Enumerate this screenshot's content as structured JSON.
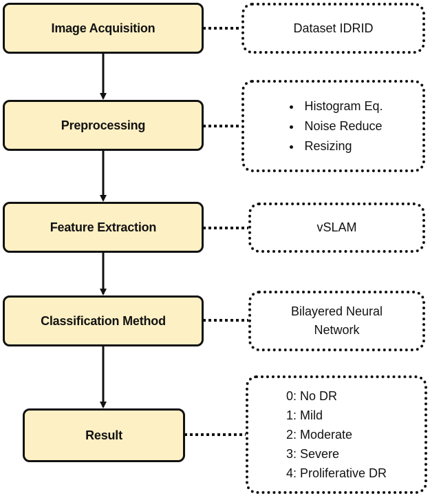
{
  "steps": [
    {
      "id": "image-acquisition",
      "label": "Image Acquisition"
    },
    {
      "id": "preprocessing",
      "label": "Preprocessing"
    },
    {
      "id": "feature-extraction",
      "label": "Feature Extraction"
    },
    {
      "id": "classification-method",
      "label": "Classification Method"
    },
    {
      "id": "result",
      "label": "Result"
    }
  ],
  "notes": {
    "dataset": "Dataset IDRID",
    "preprocessing_items": [
      "Histogram Eq.",
      "Noise Reduce",
      "Resizing"
    ],
    "feature": "vSLAM",
    "classifier_line1": "Bilayered Neural",
    "classifier_line2": "Network",
    "result_items": [
      "0: No DR",
      "1: Mild",
      "2: Moderate",
      "3: Severe",
      "4: Proliferative DR"
    ]
  }
}
